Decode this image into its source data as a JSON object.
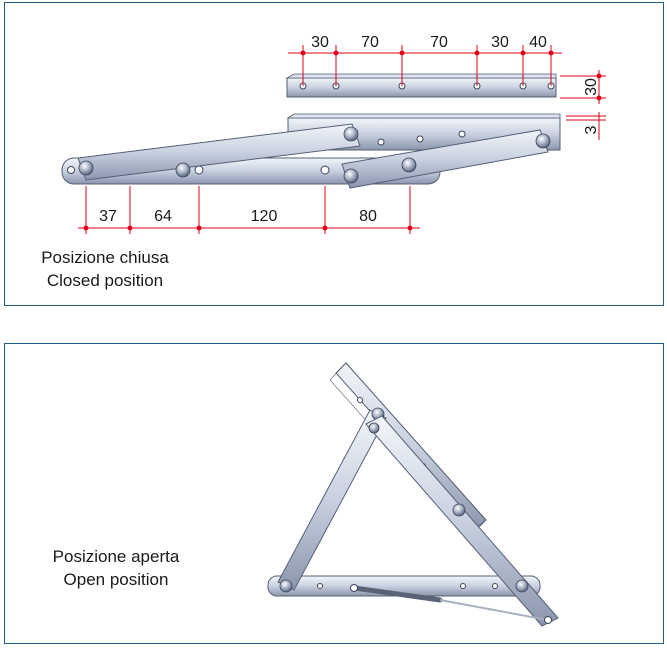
{
  "closed_position": {
    "caption_it": "Posizione chiusa",
    "caption_en": "Closed position",
    "top_dimensions": [
      "30",
      "70",
      "70",
      "30",
      "40"
    ],
    "bottom_dimensions": [
      "37",
      "64",
      "120",
      "80"
    ],
    "bracket_height": "30",
    "thickness": "3"
  },
  "open_position": {
    "caption_it": "Posizione aperta",
    "caption_en": "Open position"
  },
  "colors": {
    "frame_border": "#1f5f8f",
    "dimension_red": "#e3001b",
    "steel_light": "#e4e9f2",
    "steel_dark": "#7f8ba3"
  }
}
